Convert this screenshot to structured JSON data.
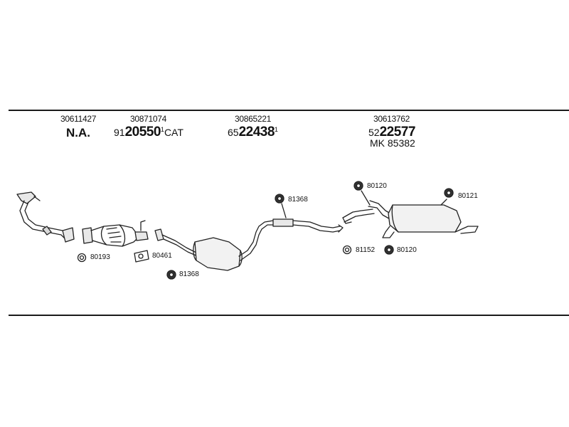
{
  "parts": {
    "p1": {
      "ref": "30611427",
      "code": "N.A."
    },
    "p2": {
      "ref": "30871074",
      "prefix": "91",
      "number": "20550",
      "superscript": "1",
      "suffix": "CAT"
    },
    "p3": {
      "ref": "30865221",
      "prefix": "65",
      "number": "22438",
      "superscript": "1"
    },
    "p4": {
      "ref": "30613762",
      "prefix": "52",
      "number": "22577",
      "kit": "MK  85382"
    }
  },
  "fittings": {
    "a": "80193",
    "b": "80461",
    "c": "81368",
    "d": "81368",
    "e": "80120",
    "f": "80121",
    "g": "81152",
    "h": "80120"
  }
}
